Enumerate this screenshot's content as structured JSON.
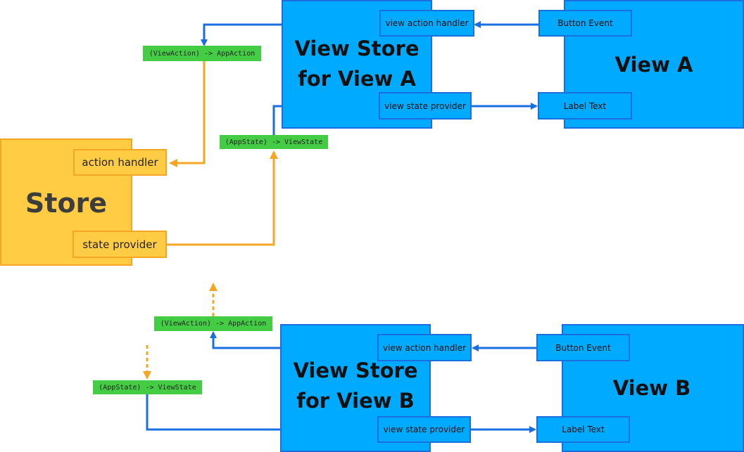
{
  "store": {
    "title": "Store",
    "action_handler": "action handler",
    "state_provider": "state provider"
  },
  "view_a": {
    "view_store_line1": "View Store",
    "view_store_line2": "for View A",
    "view_title": "View A",
    "view_action_handler": "view action handler",
    "view_state_provider": "view state provider",
    "button_event": "Button Event",
    "label_text": "Label Text"
  },
  "view_b": {
    "view_store_line1": "View Store",
    "view_store_line2": "for View B",
    "view_title": "View B",
    "view_action_handler": "view action handler",
    "view_state_provider": "view state provider",
    "button_event": "Button Event",
    "label_text": "Label Text"
  },
  "mappings": {
    "a_action": "(ViewAction) -> AppAction",
    "a_state": "(AppState) -> ViewState",
    "b_action": "(ViewAction) -> AppAction",
    "b_state": "(AppState) -> ViewState"
  },
  "colors": {
    "blue_fill": "#00aaff",
    "blue_line": "#1a6fe0",
    "store_fill": "#ffcc44",
    "orange_line": "#f5a623",
    "mapping_fill": "#44cc44"
  }
}
